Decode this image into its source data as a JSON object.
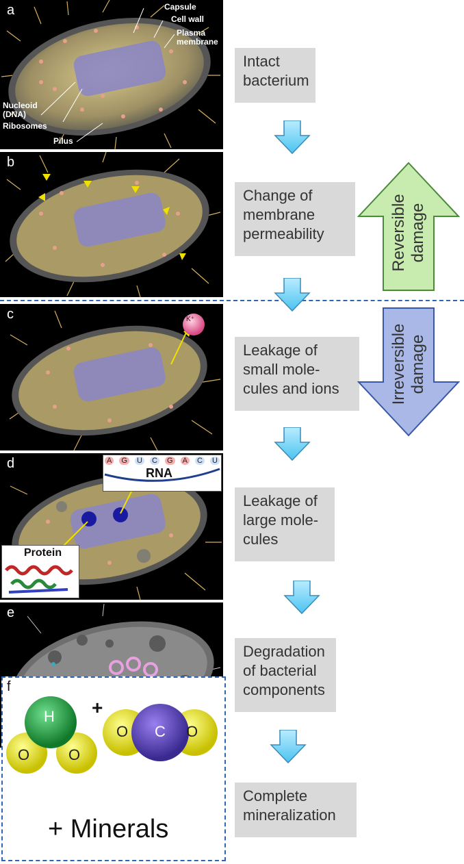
{
  "panels": {
    "a": {
      "letter": "a",
      "labels": {
        "capsule": "Capsule",
        "cell_wall": "Cell wall",
        "plasma_membrane": "Plasma membrane",
        "nucleoid": "Nucleoid (DNA)",
        "ribosomes": "Ribosomes",
        "pilus": "Pilus"
      }
    },
    "b": {
      "letter": "b"
    },
    "c": {
      "letter": "c",
      "ion_label": "K⁺"
    },
    "d": {
      "letter": "d",
      "rna_label": "RNA",
      "rna_bases": [
        "A",
        "G",
        "U",
        "C",
        "G",
        "A",
        "C",
        "U"
      ],
      "protein_label": "Protein"
    },
    "e": {
      "letter": "e"
    },
    "f": {
      "letter": "f",
      "water_atoms": [
        "H",
        "O",
        "O"
      ],
      "co2_atoms": [
        "O",
        "C",
        "O"
      ],
      "plus": "+",
      "minerals": "+ Minerals"
    }
  },
  "steps": [
    "Intact bacterium",
    "Change of membrane permeability",
    "Leakage of small mole-cules and ions",
    "Leakage of large mole-cules",
    "Degradation of bacterial components",
    "Complete mineralization"
  ],
  "side_arrows": {
    "reversible": "Reversible damage",
    "irreversible": "Irreversible damage"
  },
  "colors": {
    "step_box": "#d9d9d9",
    "flow_arrow": "#7fd3f5",
    "reversible_fill": "#c8ecb0",
    "reversible_stroke": "#4a8a3a",
    "irreversible_fill": "#a9b8e6",
    "irreversible_stroke": "#3a58a8",
    "dashed_line": "#2e64b4",
    "cell_body": "#b8a86a",
    "water_center": "#1f9a3a",
    "co2_center": "#5c3fb5",
    "oxygen": "#e8e000"
  }
}
